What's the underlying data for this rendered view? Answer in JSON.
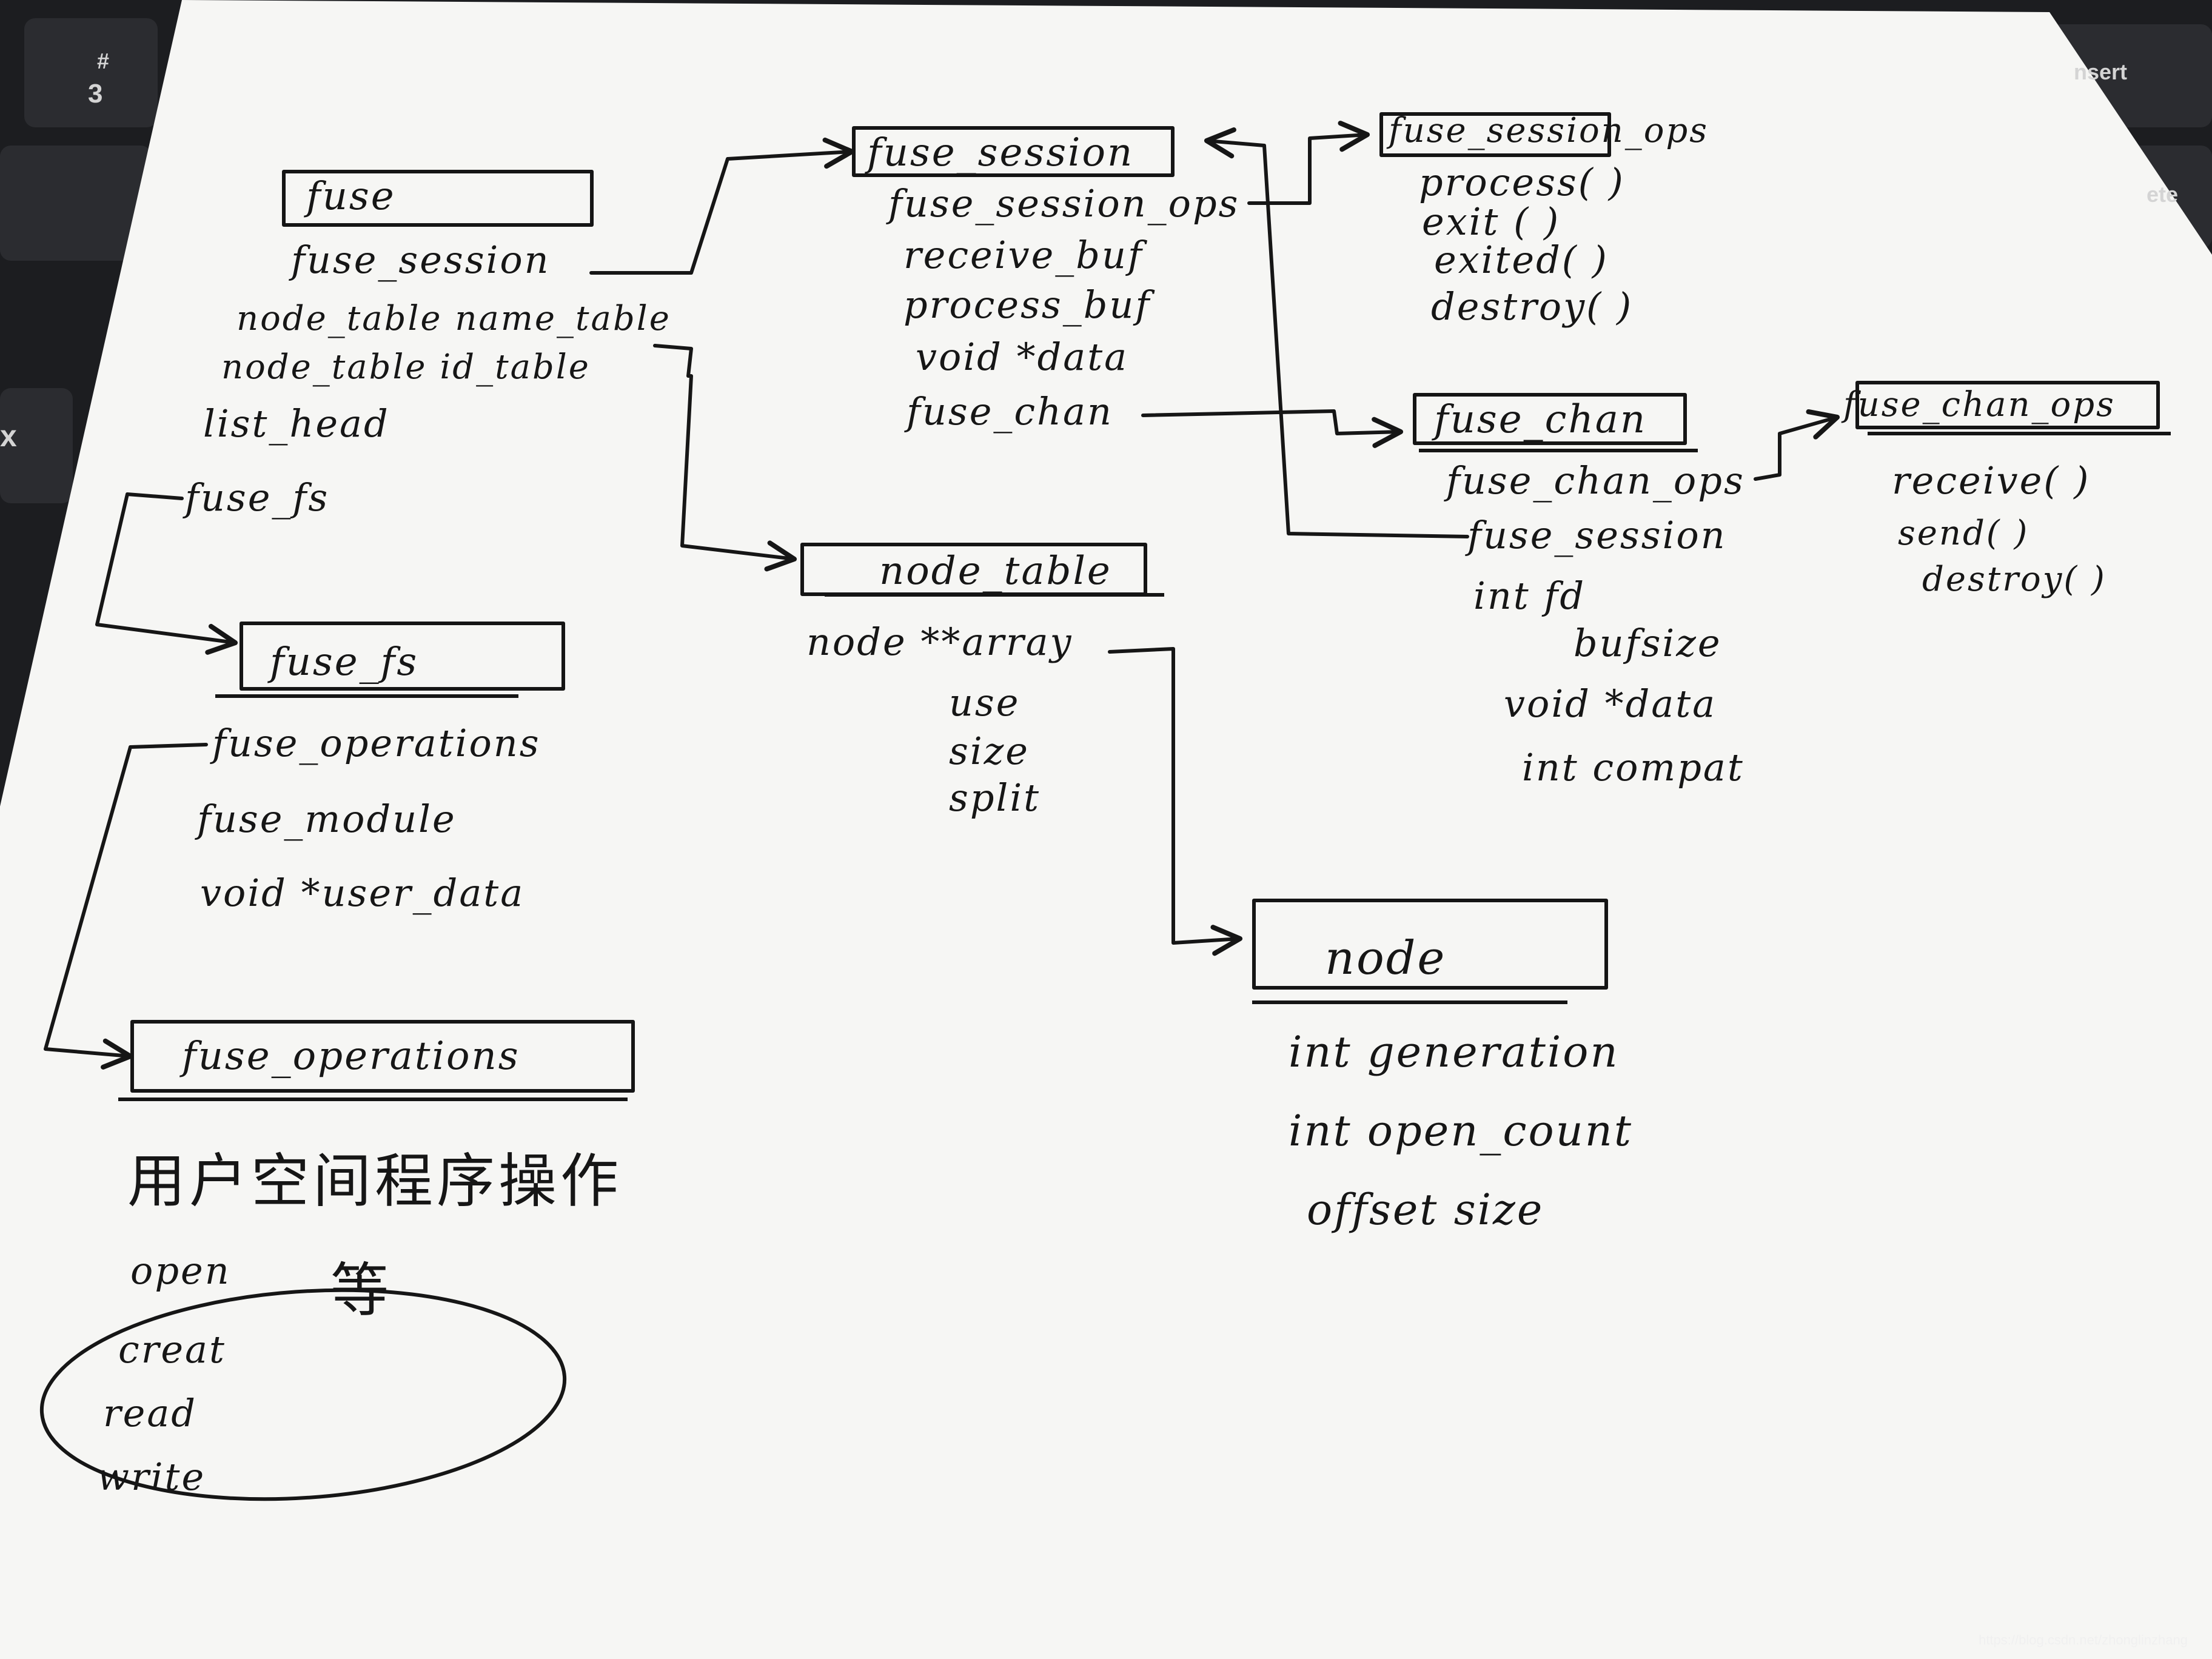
{
  "keyboard": {
    "key_3_top": "#",
    "key_3_bottom": "3",
    "key_x": "x",
    "key_insert": "nsert",
    "key_delete": "ete"
  },
  "diagram": {
    "fuse": {
      "title": "fuse",
      "fields": [
        "fuse_session",
        "node_table name_table",
        "node_table id_table",
        "list_head",
        "fuse_fs"
      ]
    },
    "fuse_session": {
      "title": "fuse_session",
      "fields": [
        "fuse_session_ops",
        "receive_buf",
        "process_buf",
        "void *data",
        "fuse_chan"
      ]
    },
    "fuse_session_ops": {
      "title": "fuse_session_ops",
      "fields": [
        "process( )",
        "exit ( )",
        "exited( )",
        "destroy( )"
      ]
    },
    "fuse_chan": {
      "title": "fuse_chan",
      "fields": [
        "fuse_chan_ops",
        "fuse_session",
        "int fd",
        "bufsize",
        "void *data",
        "int compat"
      ]
    },
    "fuse_chan_ops": {
      "title": "fuse_chan_ops",
      "fields": [
        "receive( )",
        "send( )",
        "destroy( )"
      ]
    },
    "node_table": {
      "title": "node_table",
      "fields": [
        "node **array",
        "use",
        "size",
        "split"
      ]
    },
    "fuse_fs": {
      "title": "fuse_fs",
      "fields": [
        "fuse_operations",
        "fuse_module",
        "void *user_data"
      ]
    },
    "fuse_operations": {
      "title": "fuse_operations"
    },
    "node": {
      "title": "node",
      "fields": [
        "int generation",
        "int open_count",
        "offset size"
      ]
    },
    "note": {
      "heading": "用户空间程序操作",
      "ops": [
        "open",
        "creat",
        "read",
        "write"
      ],
      "etc": "等"
    }
  },
  "watermark": "https://blog.csdn.net/zhonglinzhang",
  "colors": {
    "ink": "#161616",
    "paper": "#f7f7f5",
    "keyboard": "#1e1f22"
  }
}
